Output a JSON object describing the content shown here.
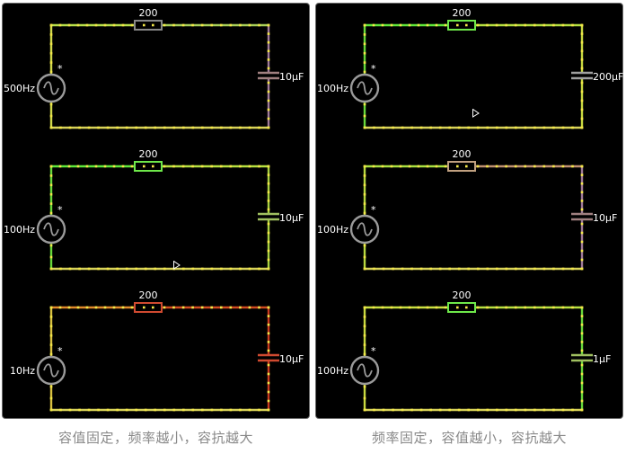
{
  "panels": [
    {
      "caption": "容值固定，频率越小，容抗越大",
      "circuits": [
        {
          "resistor": "200",
          "source": "500Hz",
          "capacitor": "10µF",
          "marker": "*",
          "top_left_color": "#b7e04b",
          "top_right_color": "#a8d05a",
          "right_color": "#a07a9a",
          "bottom_color": "#d7d25a",
          "left_color": "#cfd84a",
          "resistor_color": "#888888",
          "cap_color": "#a08080"
        },
        {
          "resistor": "200",
          "source": "100Hz",
          "capacitor": "10µF",
          "marker": "*",
          "top_left_color": "#5ee83a",
          "top_right_color": "#b5e040",
          "right_color": "#a8d040",
          "bottom_color": "#d7d25a",
          "left_color": "#68d83a",
          "resistor_color": "#6ee84a",
          "cap_color": "#a0c060"
        },
        {
          "resistor": "200",
          "source": "10Hz",
          "capacitor": "10µF",
          "marker": "*",
          "top_left_color": "#e0882a",
          "top_right_color": "#d04a20",
          "right_color": "#c83a20",
          "bottom_color": "#d7d25a",
          "left_color": "#d8c040",
          "resistor_color": "#d04a30",
          "cap_color": "#d04a30"
        }
      ]
    },
    {
      "caption": "频率固定，容值越小，容抗越大",
      "circuits": [
        {
          "resistor": "200",
          "source": "100Hz",
          "capacitor": "200µF",
          "marker": "*",
          "top_left_color": "#5ee83a",
          "top_right_color": "#b5e040",
          "right_color": "#c8d840",
          "bottom_color": "#d7d25a",
          "left_color": "#68d83a",
          "resistor_color": "#6ee84a",
          "cap_color": "#a0a0a0"
        },
        {
          "resistor": "200",
          "source": "100Hz",
          "capacitor": "10µF",
          "marker": "*",
          "top_left_color": "#a8e040",
          "top_right_color": "#c09070",
          "right_color": "#a07a9a",
          "bottom_color": "#d7d25a",
          "left_color": "#b8d840",
          "resistor_color": "#c0a080",
          "cap_color": "#a08080"
        },
        {
          "resistor": "200",
          "source": "100Hz",
          "capacitor": "1µF",
          "marker": "*",
          "top_left_color": "#c8e040",
          "top_right_color": "#b8e040",
          "right_color": "#68d83a",
          "bottom_color": "#d7d25a",
          "left_color": "#c8d840",
          "resistor_color": "#6ee84a",
          "cap_color": "#a0c060"
        }
      ]
    }
  ],
  "colors": {
    "background": "#000000",
    "text": "#ffffff",
    "caption": "#888888",
    "dot": "#f4e84a",
    "source": "#9a9a9a"
  }
}
